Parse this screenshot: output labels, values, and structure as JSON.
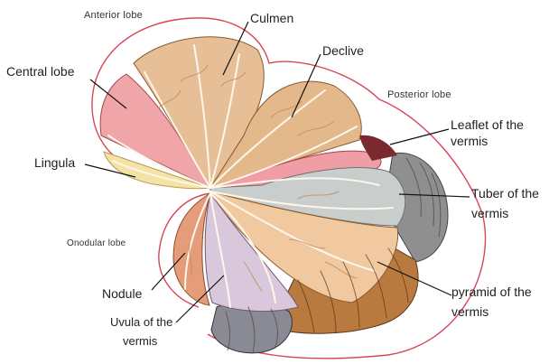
{
  "diagram": {
    "labels": {
      "anterior_lobe": "Anterior lobe",
      "culmen": "Culmen",
      "declive": "Declive",
      "central_lobe": "Central lobe",
      "posterior_lobe": "Posterior lobe",
      "leaflet_line1": "Leaflet of the",
      "leaflet_line2": "vermis",
      "lingula": "Lingula",
      "tuber_line1": "Tuber of the",
      "tuber_line2": "vermis",
      "onodular_lobe": "Onodular lobe",
      "nodule": "Nodule",
      "pyramid_line1": "pyramid of the",
      "pyramid_line2": "vermis",
      "uvula_line1": "Uvula of the",
      "uvula_line2": "vermis"
    },
    "colors": {
      "lobe_outline": "#d8455a",
      "culmen": "#e6bf97",
      "declive": "#e3b98c",
      "central": "#f0a6a8",
      "leaflet": "#ef9ea6",
      "tuber": "#c9cdcb",
      "pyramid": "#d6a86a",
      "uvula": "#cfc0d6",
      "nodule": "#e59c7a",
      "lingula": "#f3e3a6",
      "hemisphere_dark": "#8e8e8e",
      "hemisphere_brown": "#b97a3f"
    }
  }
}
